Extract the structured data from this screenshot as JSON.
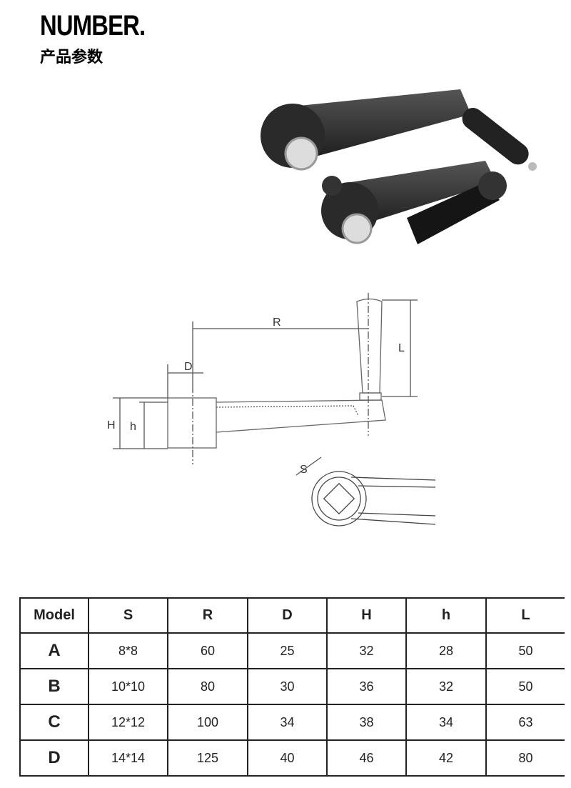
{
  "header": {
    "title": "NUMBER.",
    "subtitle": "产品参数"
  },
  "diagram": {
    "labels": {
      "R": "R",
      "L": "L",
      "D": "D",
      "H": "H",
      "h": "h",
      "S": "S"
    }
  },
  "table": {
    "columns": [
      "Model",
      "S",
      "R",
      "D",
      "H",
      "h",
      "L"
    ],
    "rows": [
      [
        "A",
        "8*8",
        "60",
        "25",
        "32",
        "28",
        "50"
      ],
      [
        "B",
        "10*10",
        "80",
        "30",
        "36",
        "32",
        "50"
      ],
      [
        "C",
        "12*12",
        "100",
        "34",
        "38",
        "34",
        "63"
      ],
      [
        "D",
        "14*14",
        "125",
        "40",
        "46",
        "42",
        "80"
      ]
    ]
  }
}
